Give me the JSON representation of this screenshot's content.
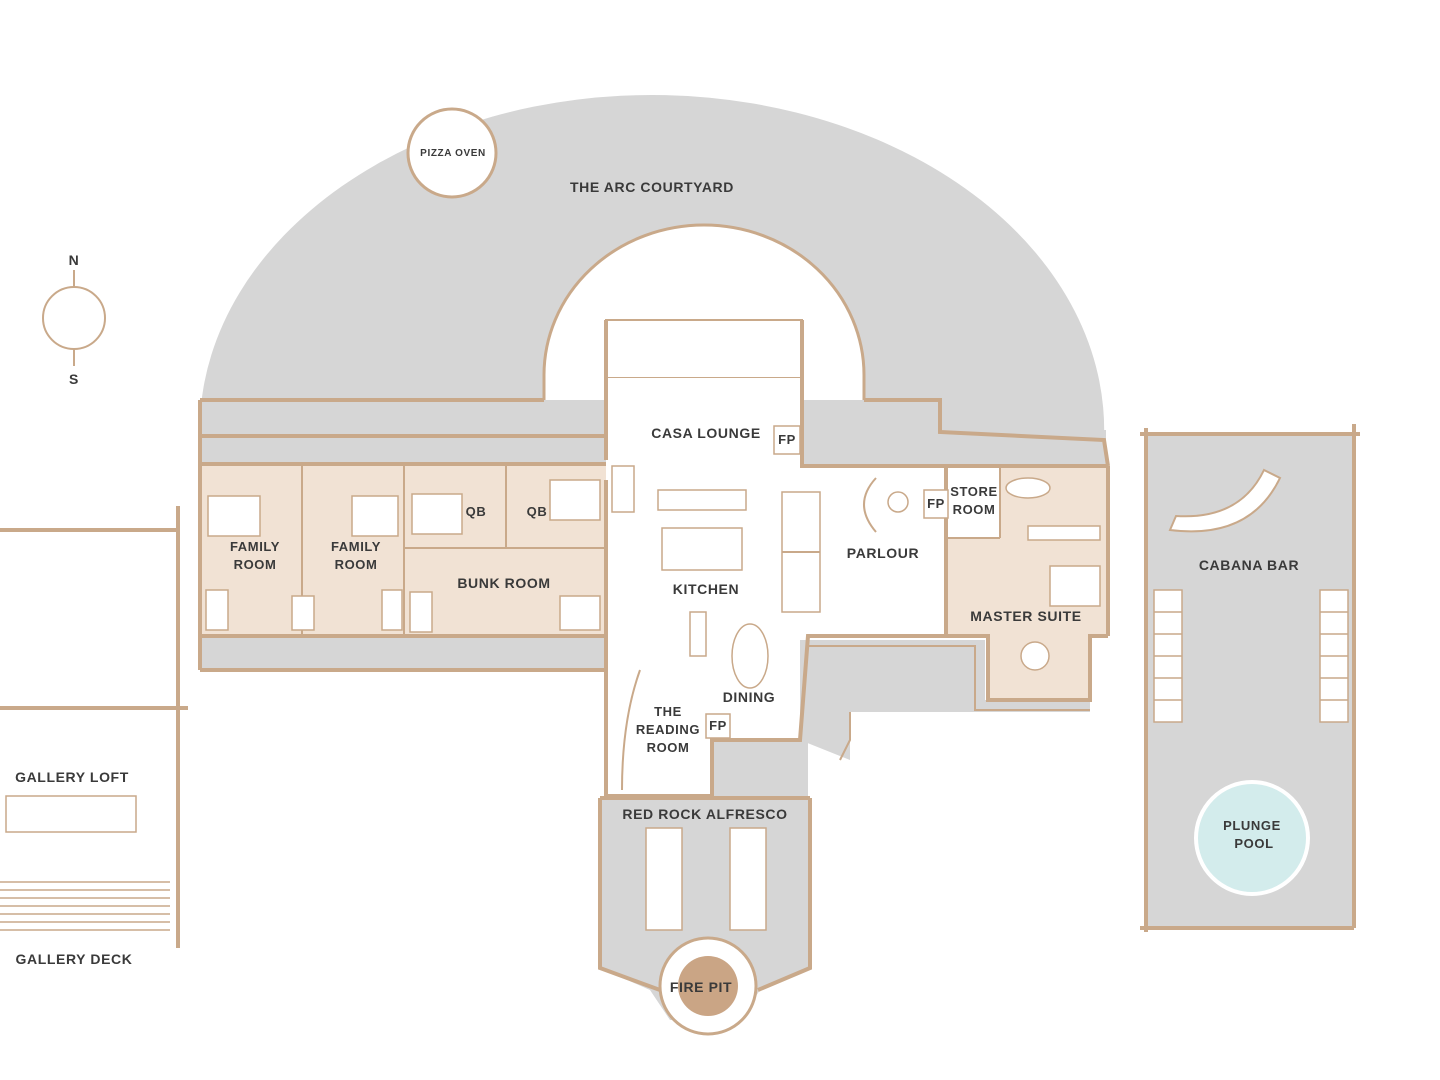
{
  "compass": {
    "north": "N",
    "south": "S"
  },
  "labels": {
    "pizza_oven": "PIZZA OVEN",
    "arc_courtyard": "THE ARC COURTYARD",
    "casa_lounge": "CASA LOUNGE",
    "fp_lounge": "FP",
    "family_room_1": [
      "FAMILY",
      "ROOM"
    ],
    "family_room_2": [
      "FAMILY",
      "ROOM"
    ],
    "qb_1": "QB",
    "qb_2": "QB",
    "bunk_room": "BUNK ROOM",
    "kitchen": "KITCHEN",
    "parlour": "PARLOUR",
    "fp_parlour": "FP",
    "store_room": [
      "STORE",
      "ROOM"
    ],
    "master_suite": "MASTER SUITE",
    "dining": "DINING",
    "reading_room": [
      "THE",
      "READING",
      "ROOM"
    ],
    "fp_reading": "FP",
    "red_rock_alfresco": "RED ROCK ALFRESCO",
    "fire_pit": "FIRE PIT",
    "gallery_loft": "GALLERY LOFT",
    "gallery_deck": "GALLERY DECK",
    "cabana_bar": "CABANA BAR",
    "plunge_pool": [
      "PLUNGE",
      "POOL"
    ]
  },
  "colors": {
    "courtyard_grey": "#d6d6d6",
    "wall_tan": "#c9a98a",
    "bedroom_beige": "#f1e2d4",
    "pool_blue": "#d3ecec",
    "fire_pit_fill": "#caa585",
    "text": "#3a3a3a"
  }
}
